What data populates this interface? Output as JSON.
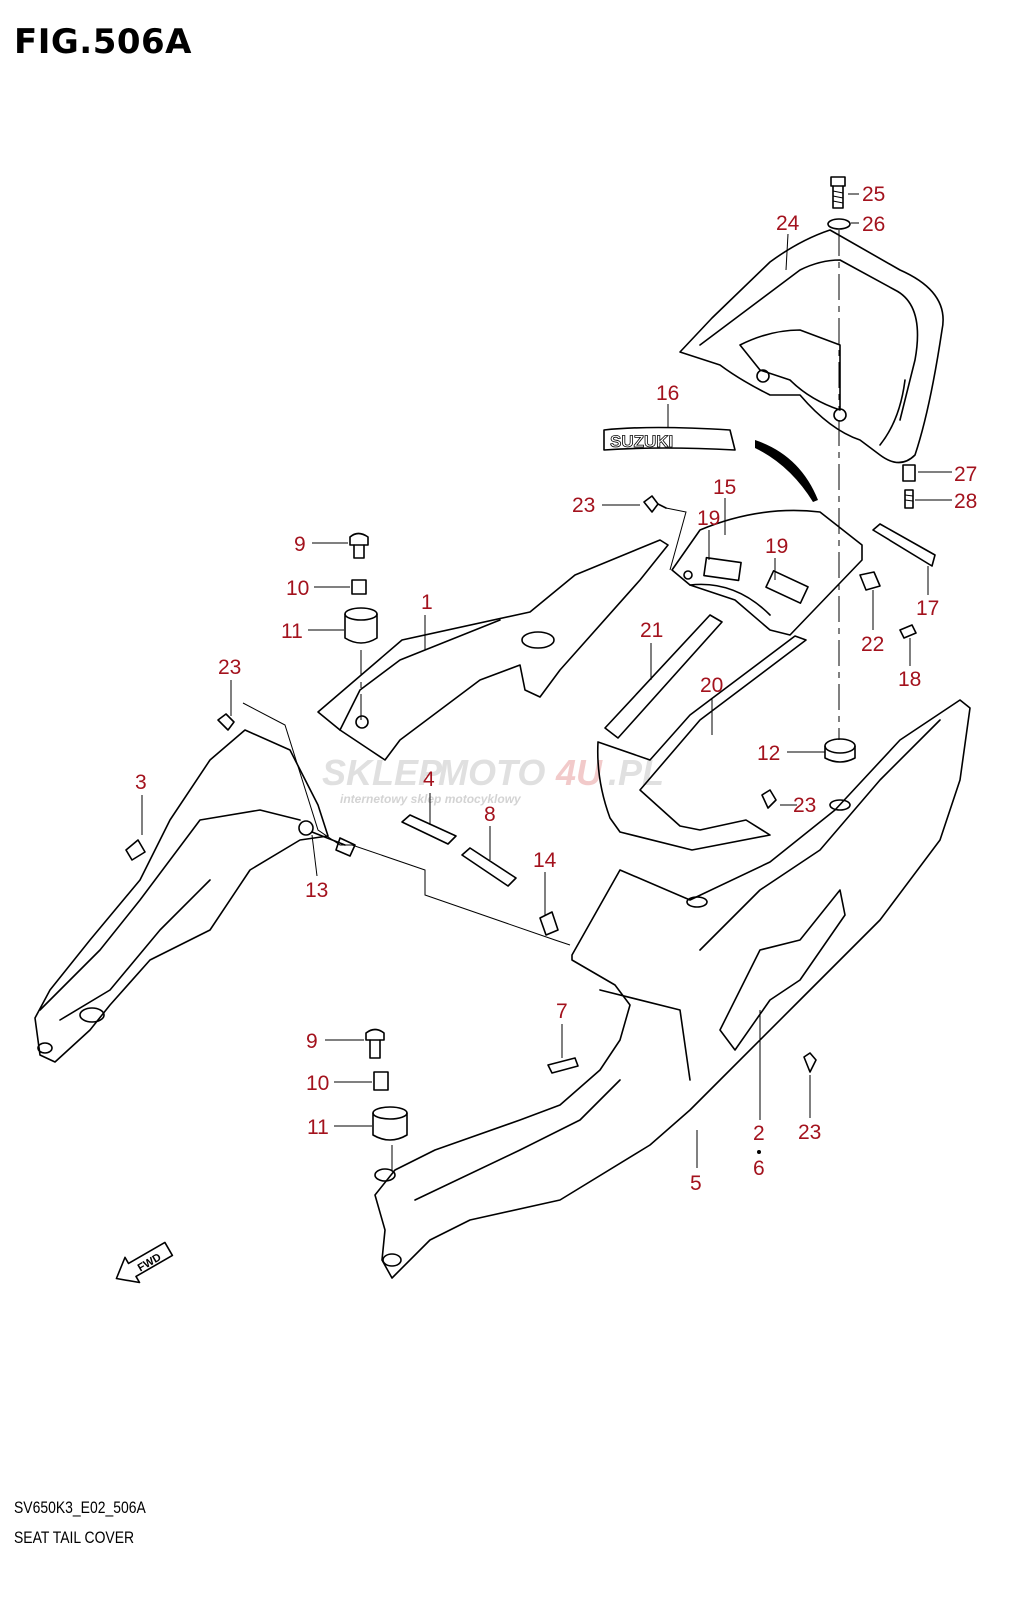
{
  "figure": {
    "title": "FIG.506A",
    "code": "SV650K3_E02_506A",
    "name": "SEAT TAIL COVER"
  },
  "emblem_text": "SUZUKI",
  "fwd_label": "FWD",
  "watermark": {
    "brand_part1": "SKLEP",
    "brand_part2": "MOTO",
    "brand_part3": "4U",
    "brand_suffix": ".PL",
    "tagline": "internetowy sklep motocyklowy"
  },
  "callouts": [
    "1",
    "2",
    "3",
    "4",
    "5",
    "6",
    "7",
    "8",
    "9",
    "9",
    "10",
    "10",
    "11",
    "11",
    "12",
    "13",
    "14",
    "15",
    "16",
    "17",
    "18",
    "19",
    "19",
    "20",
    "21",
    "22",
    "23",
    "23",
    "23",
    "23",
    "24",
    "25",
    "26",
    "27",
    "28"
  ],
  "colors": {
    "callout": "#a3121d",
    "line": "#000000",
    "watermark_gray": "#c8c8c8",
    "watermark_red": "#e8a0a0"
  }
}
